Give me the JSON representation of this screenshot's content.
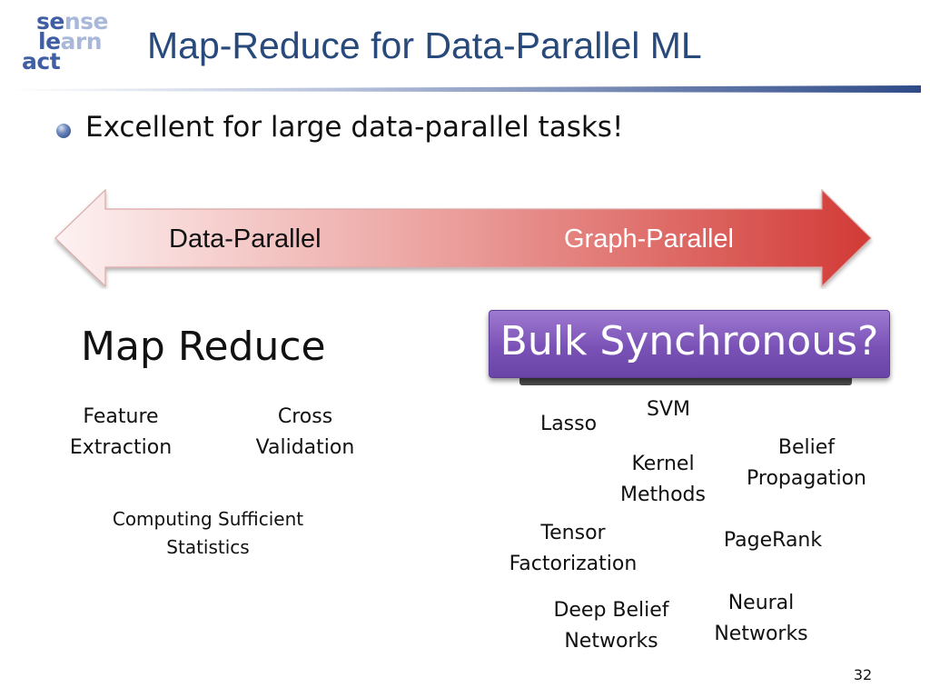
{
  "logo": {
    "line1_a": "se",
    "line1_b": "nse",
    "line2_a": "le",
    "line2_b": "arn",
    "line3": "act"
  },
  "title": "Map-Reduce for Data-Parallel ML",
  "bullet": "Excellent for large data-parallel tasks!",
  "arrow": {
    "left_label": "Data-Parallel",
    "right_label": "Graph-Parallel",
    "gradient_start": "#fdf2f2",
    "gradient_end": "#d23a36"
  },
  "map_reduce": {
    "heading": "Map Reduce",
    "items": {
      "feature_extraction": [
        "Feature",
        "Extraction"
      ],
      "cross_validation": [
        "Cross",
        "Validation"
      ],
      "sufficient_statistics": [
        "Computing Sufficient",
        "Statistics"
      ]
    }
  },
  "graph_parallel": {
    "box_label": "Bulk Synchronous?",
    "box_color": "#7a52b7",
    "items": {
      "svm": "SVM",
      "lasso": "Lasso",
      "belief_propagation": [
        "Belief",
        "Propagation"
      ],
      "kernel_methods": [
        "Kernel",
        "Methods"
      ],
      "tensor_factorization": [
        "Tensor",
        "Factorization"
      ],
      "pagerank": "PageRank",
      "neural_networks": [
        "Neural",
        "Networks"
      ],
      "deep_belief_networks": [
        "Deep Belief",
        "Networks"
      ]
    }
  },
  "page_number": "32"
}
